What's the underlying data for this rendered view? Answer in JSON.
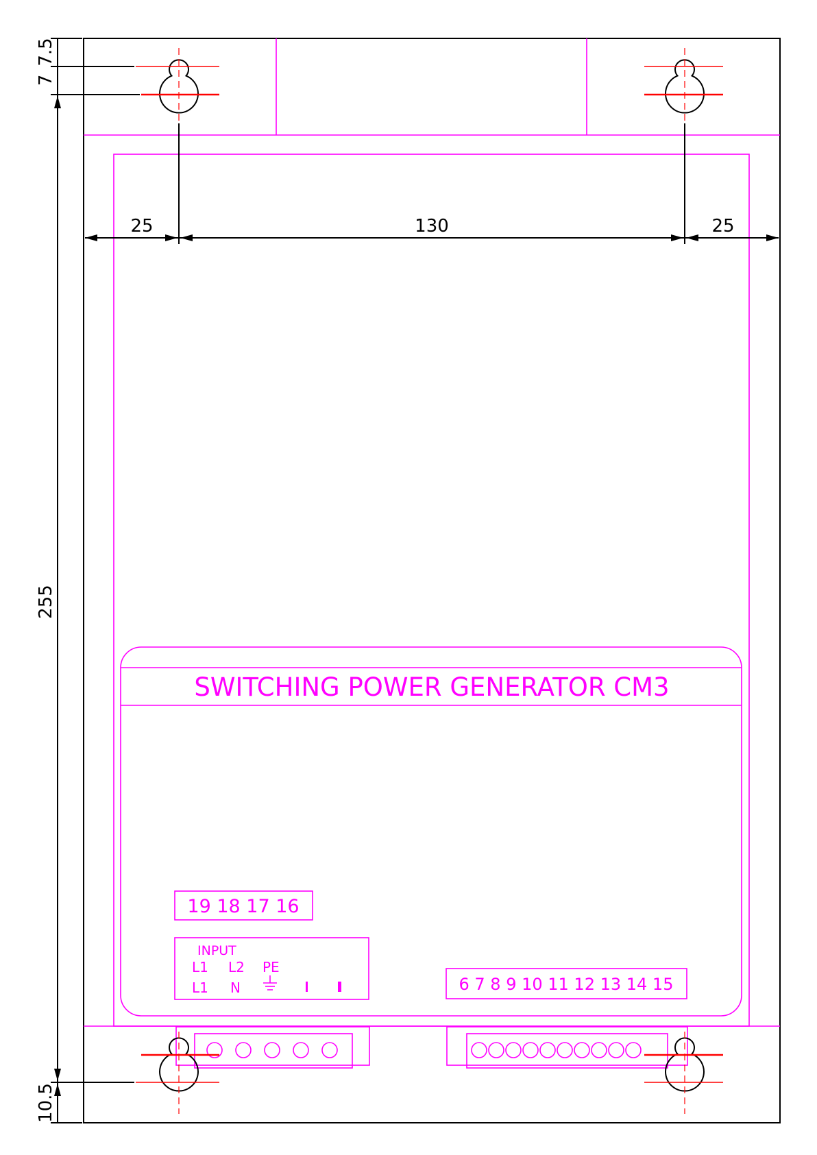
{
  "dimensions": {
    "left_margin": "25",
    "center_span": "130",
    "right_margin": "25",
    "height_total": "255",
    "top_offset_a": "7",
    "top_offset_b": "7.5",
    "bottom_offset": "10.5"
  },
  "panel": {
    "title": "SWITCHING POWER GENERATOR CM3",
    "terminal_top_labels": "19 18 17 16",
    "input": {
      "heading": "INPUT",
      "row1": [
        "L1",
        "L2",
        "PE"
      ],
      "row2": [
        "L1",
        "N"
      ]
    },
    "terminal_right_labels": "6 7 8 9 10 11 12 13 14 15"
  },
  "colors": {
    "outline": "#000000",
    "device": "#ff00ff",
    "centerline": "#ff0000"
  }
}
